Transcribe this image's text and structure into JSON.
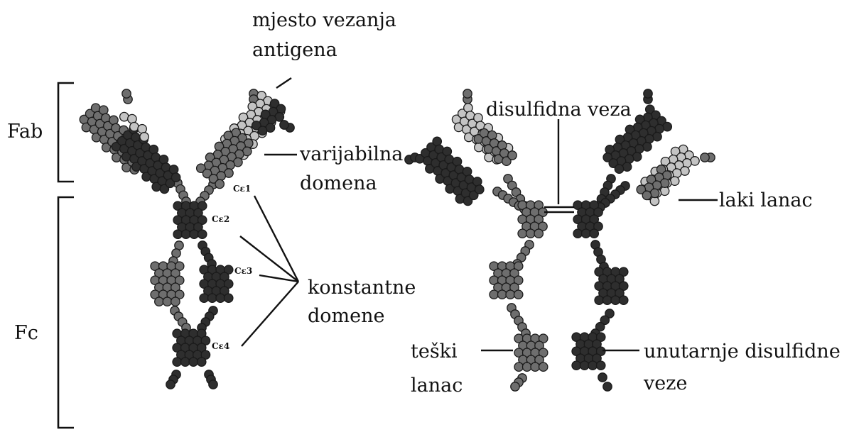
{
  "labels": {
    "fab": "Fab",
    "fc": "Fc",
    "antigen_site_1": "mjesto vezanja",
    "antigen_site_2": "antigena",
    "variable_domain_1": "varijabilna",
    "variable_domain_2": "domena",
    "constant_domains_1": "konstantne",
    "constant_domains_2": "domene",
    "disulfide_bond": "disulfidna veza",
    "light_chain": "laki lanac",
    "heavy_chain_1": "teški",
    "heavy_chain_2": "lanac",
    "inner_disulfide_1": "unutarnje disulfidne",
    "inner_disulfide_2": "veze"
  },
  "domain_labels": {
    "ce1": "Cε1",
    "ce2": "Cε2",
    "ce3": "Cε3",
    "ce4": "Cε4"
  },
  "colors": {
    "dark": "#2e2e2e",
    "medium": "#6e6e6e",
    "light": "#c4c4c4",
    "line": "#111111"
  }
}
